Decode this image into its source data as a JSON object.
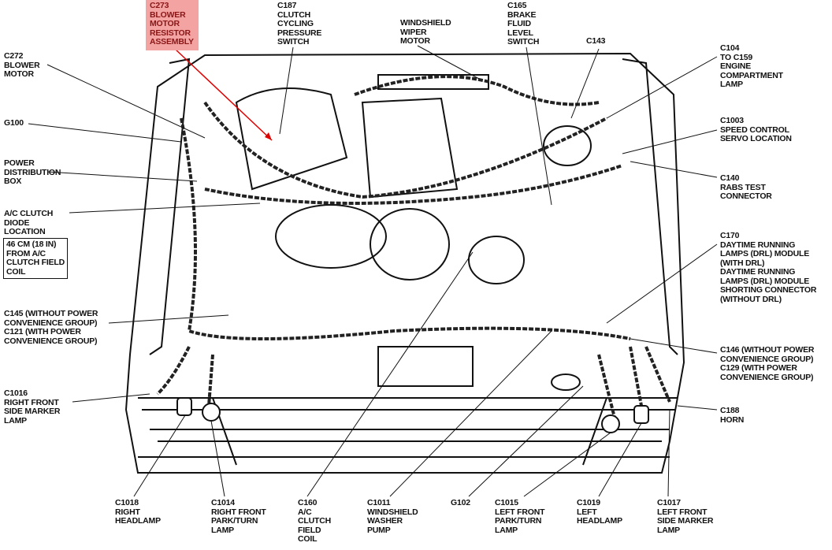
{
  "title": "Engine compartment connector locations",
  "labels": {
    "c273": [
      "C273",
      "BLOWER",
      "MOTOR",
      "RESISTOR",
      "ASSEMBLY"
    ],
    "c187": [
      "C187",
      "CLUTCH",
      "CYCLING",
      "PRESSURE",
      "SWITCH"
    ],
    "wiper": [
      "WINDSHIELD",
      "WIPER",
      "MOTOR"
    ],
    "c165": [
      "C165",
      "BRAKE",
      "FLUID",
      "LEVEL",
      "SWITCH"
    ],
    "c143": [
      "C143"
    ],
    "c104": [
      "C104",
      "TO C159",
      "ENGINE",
      "COMPARTMENT",
      "LAMP"
    ],
    "c272": [
      "C272",
      "BLOWER",
      "MOTOR"
    ],
    "g100": [
      "G100"
    ],
    "pdb": [
      "POWER",
      "DISTRIBUTION",
      "BOX"
    ],
    "acdiode": [
      "A/C CLUTCH",
      "DIODE",
      "LOCATION"
    ],
    "acdiode_note": [
      "46 CM (18 IN)",
      "FROM A/C",
      "CLUTCH FIELD",
      "COIL"
    ],
    "c145": [
      "C145 (WITHOUT POWER",
      "CONVENIENCE GROUP)",
      "C121 (WITH POWER",
      "CONVENIENCE GROUP)"
    ],
    "c1016": [
      "C1016",
      "RIGHT FRONT",
      "SIDE MARKER",
      "LAMP"
    ],
    "c1003": [
      "C1003",
      "SPEED CONTROL",
      "SERVO LOCATION"
    ],
    "c140": [
      "C140",
      "RABS TEST",
      "CONNECTOR"
    ],
    "c170": [
      "C170",
      "DAYTIME RUNNING",
      "LAMPS (DRL) MODULE",
      "(WITH DRL)",
      "DAYTIME RUNNING",
      "LAMPS (DRL) MODULE",
      "SHORTING CONNECTOR",
      "(WITHOUT DRL)"
    ],
    "c146": [
      "C146 (WITHOUT POWER",
      "CONVENIENCE GROUP)",
      "C129 (WITH POWER",
      "CONVENIENCE GROUP)"
    ],
    "c188": [
      "C188",
      "HORN"
    ],
    "c1018": [
      "C1018",
      "RIGHT",
      "HEADLAMP"
    ],
    "c1014": [
      "C1014",
      "RIGHT FRONT",
      "PARK/TURN",
      "LAMP"
    ],
    "c160": [
      "C160",
      "A/C",
      "CLUTCH",
      "FIELD",
      "COIL"
    ],
    "c1011": [
      "C1011",
      "WINDSHIELD",
      "WASHER",
      "PUMP"
    ],
    "g102": [
      "G102"
    ],
    "c1015": [
      "C1015",
      "LEFT FRONT",
      "PARK/TURN",
      "LAMP"
    ],
    "c1019": [
      "C1019",
      "LEFT",
      "HEADLAMP"
    ],
    "c1017": [
      "C1017",
      "LEFT FRONT",
      "SIDE MARKER",
      "LAMP"
    ]
  },
  "colors": {
    "highlight_bg": "#f4a3a3",
    "highlight_text": "#8a1616",
    "highlight_line": "#e00000",
    "ink": "#111111"
  }
}
